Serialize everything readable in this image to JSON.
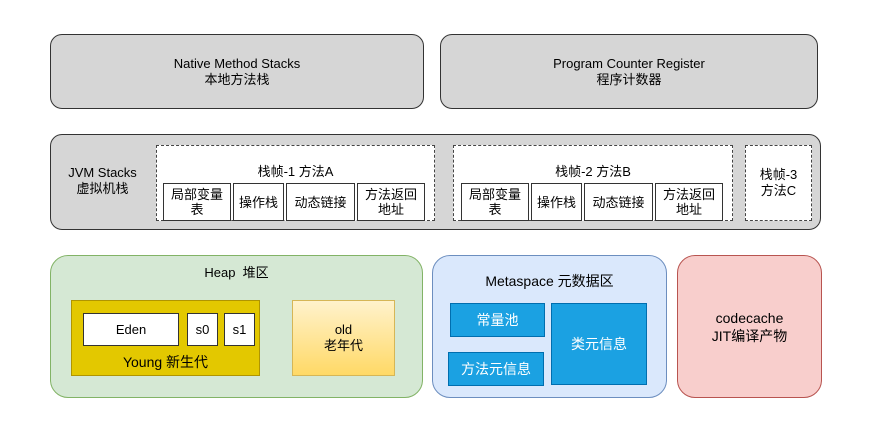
{
  "native_method_stacks": {
    "title_en": "Native Method Stacks",
    "title_zh": "本地方法栈"
  },
  "program_counter": {
    "title_en": "Program Counter Register",
    "title_zh": "程序计数器"
  },
  "jvm_stacks": {
    "title_en": "JVM Stacks",
    "title_zh": "虚拟机栈",
    "frames": [
      {
        "title": "栈帧-1 方法A",
        "cells": [
          "局部变量表",
          "操作栈",
          "动态链接",
          "方法返回地址"
        ]
      },
      {
        "title": "栈帧-2 方法B",
        "cells": [
          "局部变量表",
          "操作栈",
          "动态链接",
          "方法返回地址"
        ]
      },
      {
        "title_line1": "栈帧-3",
        "title_line2": "方法C"
      }
    ]
  },
  "heap": {
    "title": "Heap  堆区",
    "young": {
      "label": "Young 新生代",
      "eden": "Eden",
      "s0": "s0",
      "s1": "s1"
    },
    "old": {
      "label_en": "old",
      "label_zh": "老年代"
    }
  },
  "metaspace": {
    "title": "Metaspace 元数据区",
    "constant_pool": "常量池",
    "method_meta": "方法元信息",
    "class_meta": "类元信息"
  },
  "codecache": {
    "title_en": "codecache",
    "title_zh": "JIT编译产物"
  }
}
